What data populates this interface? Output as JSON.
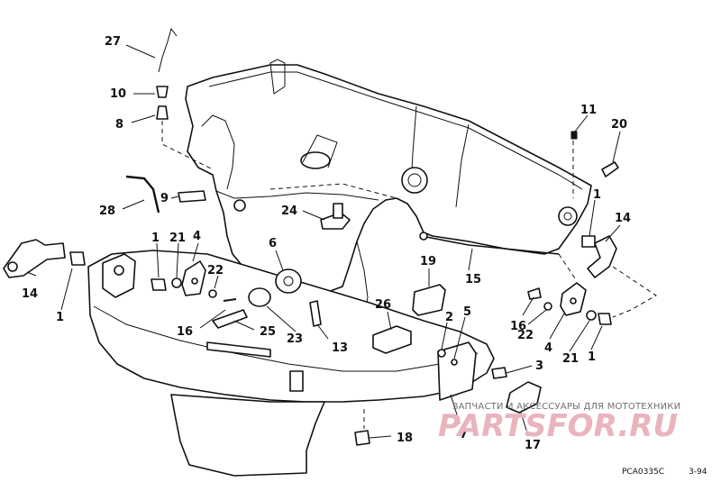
{
  "labels": {
    "l27": "27",
    "l10": "10",
    "l8": "8",
    "l28": "28",
    "l9": "9",
    "l14a": "14",
    "l1a": "1",
    "l1b": "1",
    "l21a": "21",
    "l4a": "4",
    "l22a": "22",
    "l16a": "16",
    "l25": "25",
    "l23": "23",
    "l6": "6",
    "l24": "24",
    "l13": "13",
    "l26": "26",
    "l19": "19",
    "l15": "15",
    "l11": "11",
    "l20": "20",
    "l1c": "1",
    "l14b": "14",
    "l16b": "16",
    "l22b": "22",
    "l4b": "4",
    "l21b": "21",
    "l1d": "1",
    "l2": "2",
    "l5": "5",
    "l3": "3",
    "l7": "7",
    "l17": "17",
    "l18": "18"
  },
  "watermark": {
    "caption": "ЗАПЧАСТИ И АКСЕССУАРЫ ДЛЯ МОТОТЕХНИКИ",
    "brand": "PARTSFOR.RU"
  },
  "figure_code": "PCA0335C",
  "figure_date": "3-94"
}
